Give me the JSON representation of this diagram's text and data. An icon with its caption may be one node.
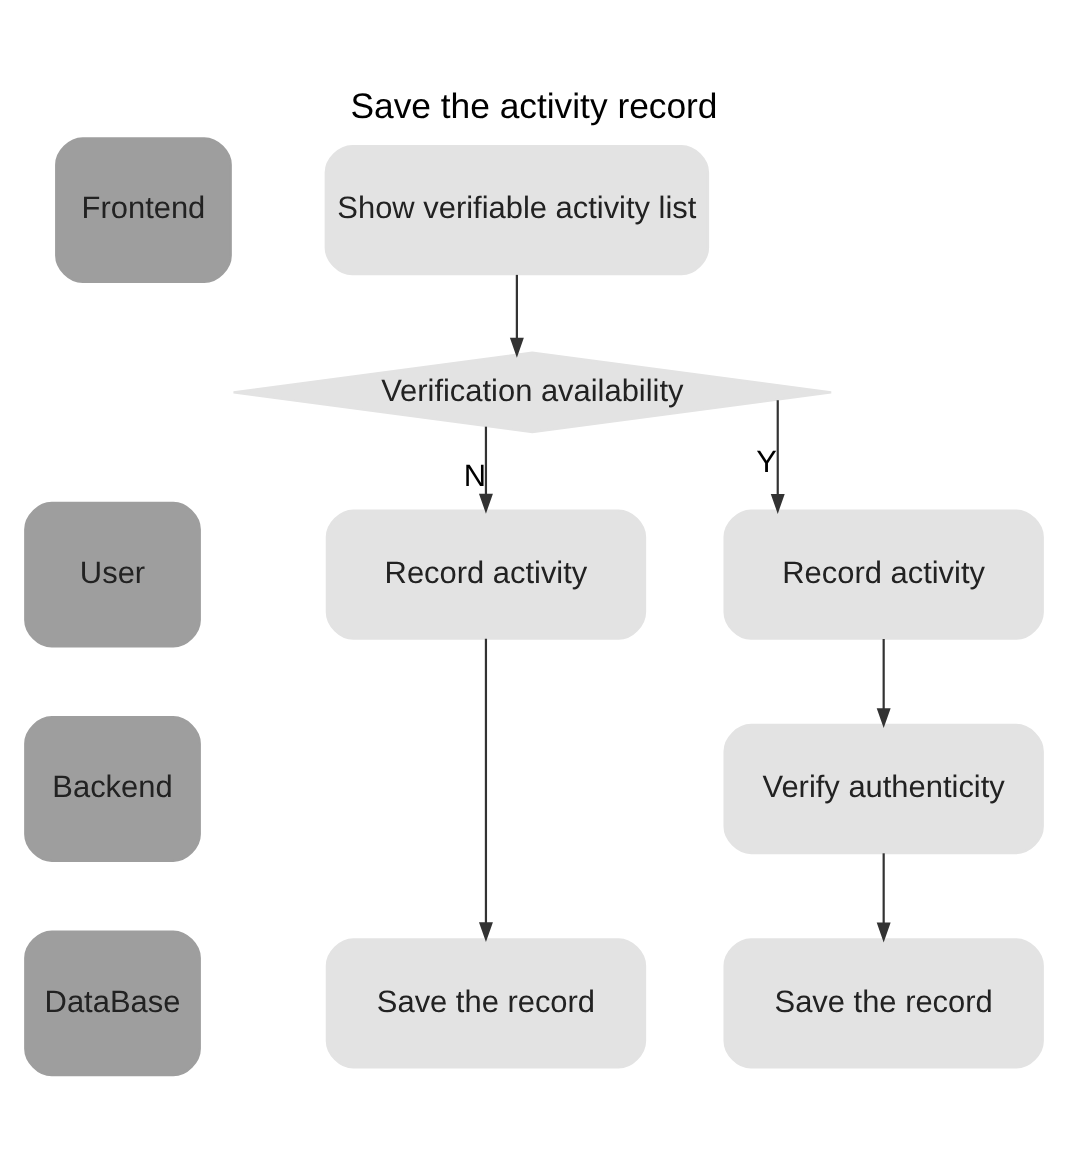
{
  "diagram": {
    "title": "Save the activity record",
    "nodes": [
      {
        "text": [
          "Frontend"
        ]
      },
      {
        "text": [
          "Show verifiable activity list"
        ]
      },
      {
        "text": [
          "Verification availability"
        ]
      },
      {
        "text": [
          "User"
        ]
      },
      {
        "text": [
          "Record activity"
        ]
      },
      {
        "text": [
          "Record activity"
        ]
      },
      {
        "text": [
          "Backend"
        ]
      },
      {
        "text": [
          "Verify authenticity"
        ]
      },
      {
        "text": [
          "DataBase"
        ]
      },
      {
        "text": [
          "Save the record"
        ]
      },
      {
        "text": [
          "Save the record"
        ]
      }
    ],
    "edges": [
      {
        "from": 1,
        "to": 2,
        "arrow": "to"
      },
      {
        "from": 2,
        "to": 4,
        "arrow": "to",
        "label": "N"
      },
      {
        "from": 2,
        "to": 5,
        "arrow": "to",
        "label": "Y"
      },
      {
        "from": 4,
        "to": 9,
        "arrow": "to"
      },
      {
        "from": 5,
        "to": 7,
        "arrow": "to"
      },
      {
        "from": 7,
        "to": 10,
        "arrow": "to"
      }
    ]
  }
}
